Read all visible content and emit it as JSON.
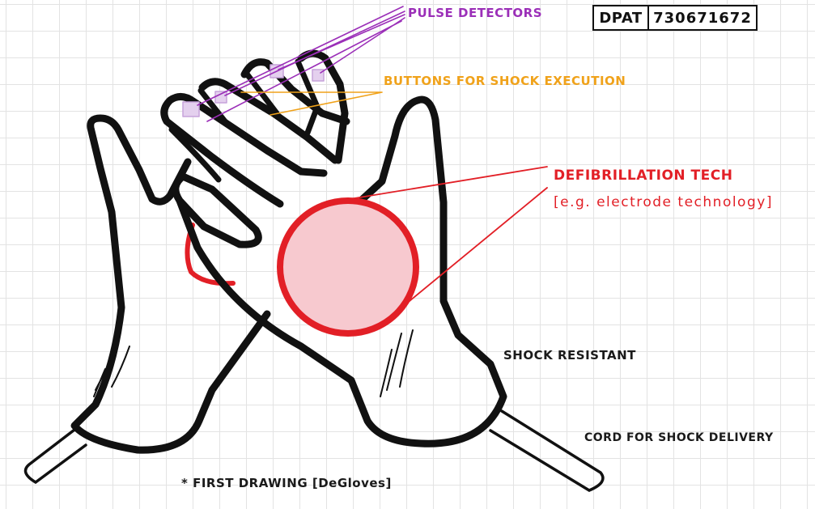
{
  "labels": {
    "pulse_detectors": "PULSE DETECTORS",
    "buttons": "BUTTONS FOR SHOCK EXECUTION",
    "defib_title": "DEFIBRILLATION TECH",
    "defib_sub": "[e.g. electrode technology]",
    "shock_resistant": "SHOCK RESISTANT",
    "cord": "CORD FOR SHOCK DELIVERY",
    "first_drawing": "* FIRST DRAWING [DeGloves]"
  },
  "id_box": {
    "key": "DPAT",
    "value": "730671672"
  },
  "colors": {
    "outline": "#111111",
    "purple": "#9b2fb8",
    "orange": "#f0a21a",
    "red": "#e21f26",
    "pink_fill": "#f7c9cf",
    "lavender_fill": "#e4d0ee"
  }
}
